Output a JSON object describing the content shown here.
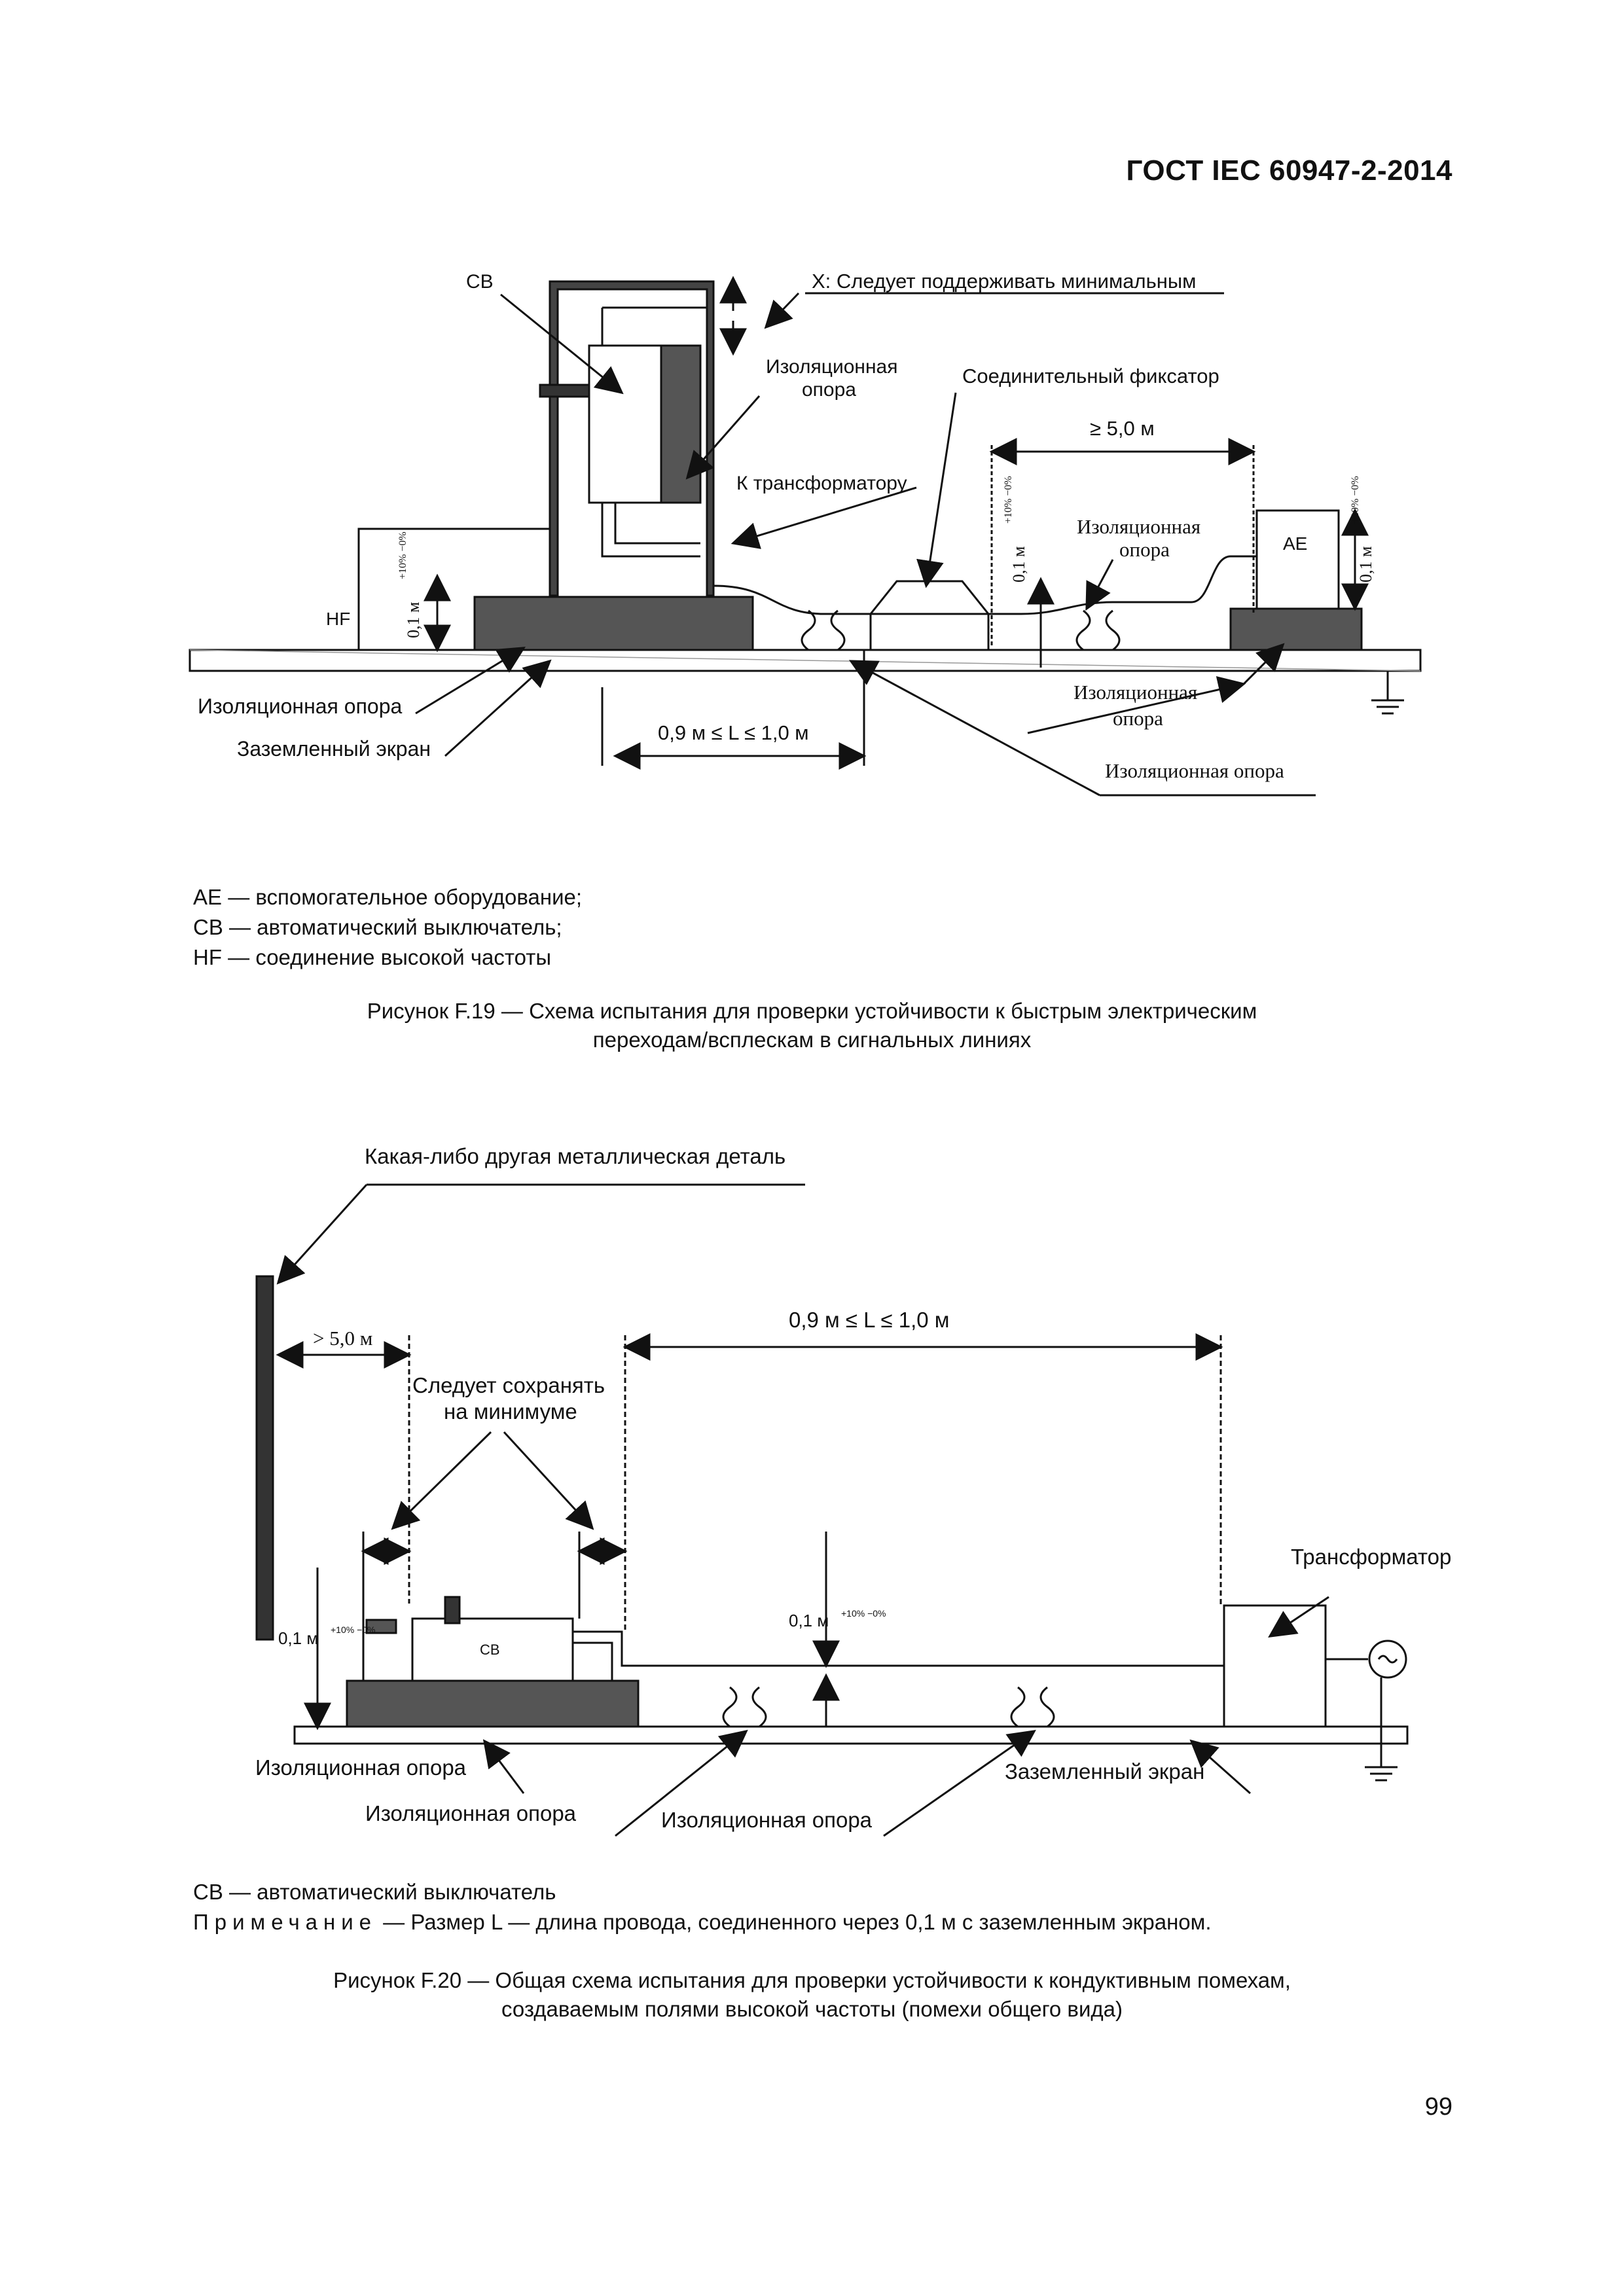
{
  "header": {
    "standard": "ГОСТ IEC 60947-2-2014"
  },
  "figure19": {
    "labels": {
      "cb": "СВ",
      "x_note": "Х: Следует поддерживать минимальным",
      "support1_l1": "Изоляционная",
      "support1_l2": "опора",
      "coupler": "Соединительный фиксатор",
      "dist_ge5": "≥ 5,0 м",
      "to_transformer": "К трансформатору",
      "support2_l1": "Изоляционная",
      "support2_l2": "опора",
      "ae": "АЕ",
      "hf": "HF",
      "height_left": "0,1 м",
      "tol_left": "+10% −0%",
      "height_mid": "0,1 м",
      "tol_mid": "+10% −0%",
      "height_right": "0,1 м",
      "tol_right": "+10% −0%",
      "support3_l1": "Изоляционная",
      "support3_l2": "опора",
      "support_left": "Изоляционная опора",
      "ground_plane": "Заземленный экран",
      "dist_L": "0,9 м ≤ L ≤ 1,0 м",
      "support_bottom": "Изоляционная опора"
    },
    "legend": [
      "АЕ — вспомогательное оборудование;",
      "СВ — автоматический выключатель;",
      "HF — соединение высокой частоты"
    ],
    "caption_l1": "Рисунок F.19 — Схема испытания для проверки устойчивости к быстрым электрическим",
    "caption_l2": "переходам/всплескам в сигнальных линиях"
  },
  "figure20": {
    "labels": {
      "metal_part": "Какая-либо другая металлическая деталь",
      "dist_gt5": "> 5,0 м",
      "dist_L": "0,9 м ≤ L ≤ 1,0 м",
      "keep_min_l1": "Следует сохранять",
      "keep_min_l2": "на минимуме",
      "transformer": "Трансформатор",
      "height_left": "0,1 м",
      "tol_left": "+10% −0%",
      "cb": "СВ",
      "height_mid": "0,1 м",
      "tol_mid": "+10% −0%",
      "support_left": "Изоляционная опора",
      "ground_plane": "Заземленный экран",
      "support_mid": "Изоляционная опора",
      "support_right": "Изоляционная опора"
    },
    "legend": [
      "СВ — автоматический выключатель"
    ],
    "note_key": "Примечание",
    "note_text": " — Размер L — длина провода, соединенного через 0,1 м с заземленным экраном.",
    "caption_l1": "Рисунок F.20 — Общая схема испытания для проверки устойчивости к кондуктивным помехам,",
    "caption_l2": "создаваемым полями высокой частоты (помехи общего вида)"
  },
  "footer": {
    "page_number": "99"
  }
}
